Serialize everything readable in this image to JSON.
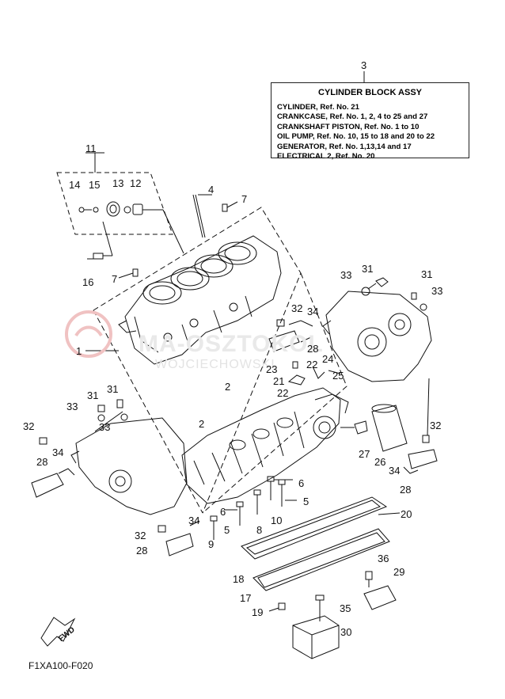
{
  "legend": {
    "ref": "3",
    "title": "CYLINDER BLOCK ASSY",
    "lines": [
      "CYLINDER,  Ref. No. 21",
      "CRANKCASE, Ref. No. 1, 2, 4 to 25 and 27",
      "CRANKSHAFT PISTON, Ref. No. 1 to 10",
      "OIL PUMP,  Ref. No. 10, 15 to 18 and 20 to 22",
      "GENERATOR,  Ref. No. 1,13,14 and 17",
      "ELECTRICAL 2, Ref. No. 20"
    ]
  },
  "watermark": {
    "main": "MA-OSZTOKOL",
    "sub": "WOJCIECHOWSKI"
  },
  "fwd_label": "FWD",
  "diagram_code": "F1XA100-F020",
  "callouts": [
    {
      "id": "c11",
      "text": "11"
    },
    {
      "id": "c14",
      "text": "14"
    },
    {
      "id": "c15",
      "text": "15"
    },
    {
      "id": "c13",
      "text": "13"
    },
    {
      "id": "c12",
      "text": "12"
    },
    {
      "id": "c4",
      "text": "4"
    },
    {
      "id": "c7a",
      "text": "7"
    },
    {
      "id": "c16",
      "text": "16"
    },
    {
      "id": "c7b",
      "text": "7"
    },
    {
      "id": "c1",
      "text": "1"
    },
    {
      "id": "c33a",
      "text": "33"
    },
    {
      "id": "c31a",
      "text": "31"
    },
    {
      "id": "c31b",
      "text": "31"
    },
    {
      "id": "c33b",
      "text": "33"
    },
    {
      "id": "c32a",
      "text": "32"
    },
    {
      "id": "c34a",
      "text": "34"
    },
    {
      "id": "c28a",
      "text": "28"
    },
    {
      "id": "c23",
      "text": "23"
    },
    {
      "id": "c24",
      "text": "24"
    },
    {
      "id": "c22a",
      "text": "22"
    },
    {
      "id": "c25",
      "text": "25"
    },
    {
      "id": "c21",
      "text": "21"
    },
    {
      "id": "c22b",
      "text": "22"
    },
    {
      "id": "c2a",
      "text": "2"
    },
    {
      "id": "c2b",
      "text": "2"
    },
    {
      "id": "c31c",
      "text": "31"
    },
    {
      "id": "c31d",
      "text": "31"
    },
    {
      "id": "c33c",
      "text": "33"
    },
    {
      "id": "c33d",
      "text": "33"
    },
    {
      "id": "c32b",
      "text": "32"
    },
    {
      "id": "c28b",
      "text": "28"
    },
    {
      "id": "c34b",
      "text": "34"
    },
    {
      "id": "c32c",
      "text": "32"
    },
    {
      "id": "c34c",
      "text": "34"
    },
    {
      "id": "c28c",
      "text": "28"
    },
    {
      "id": "c27",
      "text": "27"
    },
    {
      "id": "c26",
      "text": "26"
    },
    {
      "id": "c32d",
      "text": "32"
    },
    {
      "id": "c34d",
      "text": "34"
    },
    {
      "id": "c28d",
      "text": "28"
    },
    {
      "id": "c6a",
      "text": "6"
    },
    {
      "id": "c5a",
      "text": "5"
    },
    {
      "id": "c6b",
      "text": "6"
    },
    {
      "id": "c5b",
      "text": "5"
    },
    {
      "id": "c10",
      "text": "10"
    },
    {
      "id": "c8",
      "text": "8"
    },
    {
      "id": "c9",
      "text": "9"
    },
    {
      "id": "c20",
      "text": "20"
    },
    {
      "id": "c18",
      "text": "18"
    },
    {
      "id": "c17",
      "text": "17"
    },
    {
      "id": "c19",
      "text": "19"
    },
    {
      "id": "c36",
      "text": "36"
    },
    {
      "id": "c29",
      "text": "29"
    },
    {
      "id": "c35",
      "text": "35"
    },
    {
      "id": "c30",
      "text": "30"
    }
  ]
}
